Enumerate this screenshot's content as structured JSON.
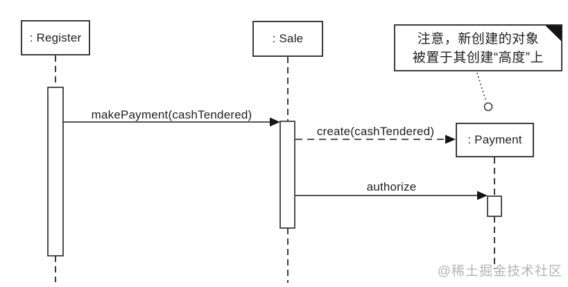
{
  "diagram": {
    "type": "uml-sequence-diagram",
    "lifelines": [
      {
        "id": "register",
        "label": ": Register"
      },
      {
        "id": "sale",
        "label": ": Sale"
      },
      {
        "id": "payment",
        "label": ": Payment"
      }
    ],
    "messages": [
      {
        "id": "makePayment",
        "label": "makePayment(cashTendered)",
        "from": ": Register",
        "to": ": Sale",
        "line_style": "solid"
      },
      {
        "id": "create",
        "label": "create(cashTendered)",
        "from": ": Sale",
        "to": ": Payment",
        "line_style": "dashed"
      },
      {
        "id": "authorize",
        "label": "authorize",
        "from": ": Sale",
        "to": ": Payment",
        "line_style": "solid"
      }
    ],
    "note": {
      "line1": "注意，新创建的对象",
      "line2": "被置于其创建“高度”上",
      "attached_to": ": Payment"
    },
    "watermark": "@稀土掘金技术社区",
    "colors": {
      "line": "#3a3a3a",
      "text": "#1e1e1e",
      "note_fold": "#141414",
      "watermark": "#b3b3b3",
      "background": "#ffffff"
    }
  }
}
